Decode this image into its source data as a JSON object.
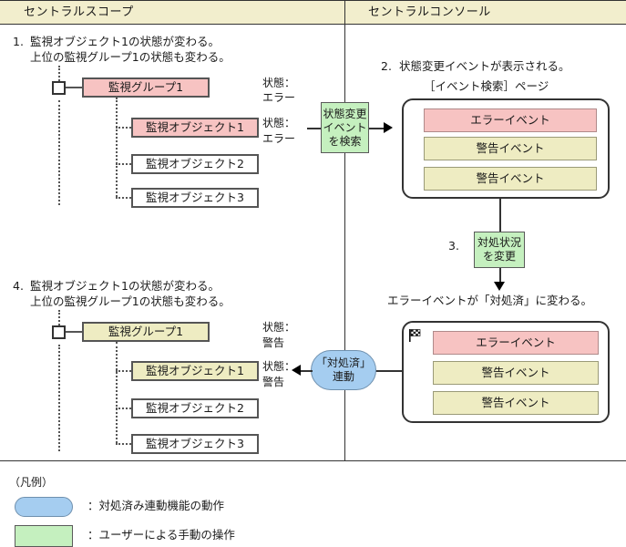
{
  "header": {
    "left_pane_title": "セントラルスコープ",
    "right_pane_title": "セントラルコンソール"
  },
  "left_pane": {
    "step1": {
      "number": "1.",
      "line1": "監視オブジェクト1の状態が変わる。",
      "line2": "上位の監視グループ1の状態も変わる。"
    },
    "step4": {
      "number": "4.",
      "line1": "監視オブジェクト1の状態が変わる。",
      "line2": "上位の監視グループ1の状態も変わる。"
    },
    "tree_top": {
      "group_node": "監視グループ1",
      "objects": [
        "監視オブジェクト1",
        "監視オブジェクト2",
        "監視オブジェクト3"
      ],
      "group_color": "#f7c3c2",
      "object1_color": "#f7c3c2"
    },
    "tree_bottom": {
      "group_node": "監視グループ1",
      "objects": [
        "監視オブジェクト1",
        "監視オブジェクト2",
        "監視オブジェクト3"
      ],
      "group_color": "#eeecc2",
      "object1_color": "#eeecc2"
    },
    "status_top": {
      "group_status_label": "状態：",
      "group_status_value": "エラー",
      "object_status_label": "状態：",
      "object_status_value": "エラー"
    },
    "status_bottom": {
      "group_status_label": "状態：",
      "group_status_value": "警告",
      "object_status_label": "状態：",
      "object_status_value": "警告"
    }
  },
  "right_pane": {
    "step2": {
      "number": "2.",
      "text": "状態変更イベントが表示される。",
      "page_label": "［イベント検索］ページ"
    },
    "step3": {
      "number": "3.",
      "action_line1": "対処状況",
      "action_line2": "を変更"
    },
    "result_text": "エラーイベントが「対処済」に変わる。",
    "event_list_top": [
      {
        "label": "エラーイベント",
        "severity": "error"
      },
      {
        "label": "警告イベント",
        "severity": "warning"
      },
      {
        "label": "警告イベント",
        "severity": "warning"
      }
    ],
    "event_list_bottom": [
      {
        "label": "エラーイベント",
        "severity": "error",
        "icon": "checkered-flag-icon"
      },
      {
        "label": "警告イベント",
        "severity": "warning"
      },
      {
        "label": "警告イベント",
        "severity": "warning"
      }
    ]
  },
  "actions": {
    "search_event": {
      "line1": "状態変更",
      "line2": "イベント",
      "line3": "を検索"
    },
    "linkage": {
      "line1": "「対処済」",
      "line2": "連動"
    }
  },
  "legend": {
    "title": "（凡例）",
    "items": [
      {
        "shape": "pill",
        "color": "#a5cdf0",
        "text": "：対処済み連動機能の動作"
      },
      {
        "shape": "rect",
        "color": "#c5f0bf",
        "text": "：ユーザーによる手動の操作"
      }
    ]
  }
}
